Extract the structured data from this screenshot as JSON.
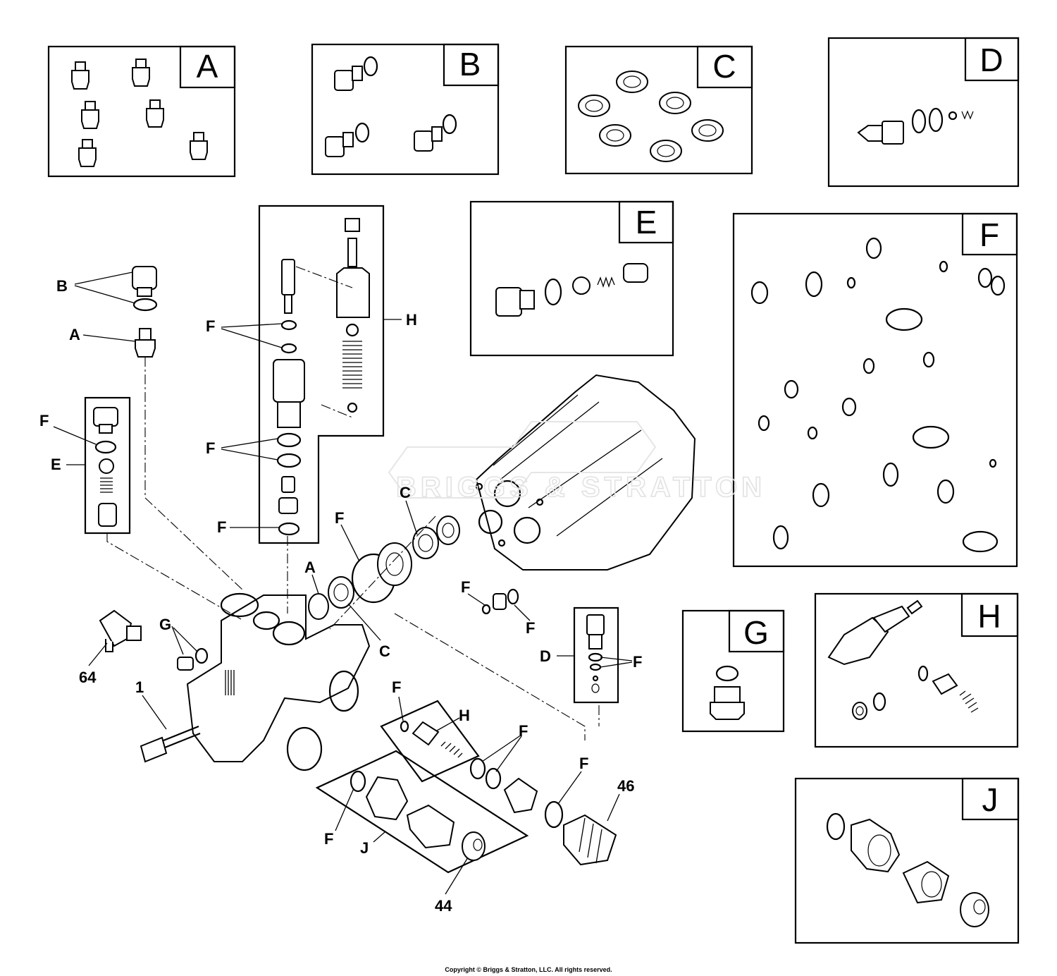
{
  "kits": [
    {
      "id": "A"
    },
    {
      "id": "B"
    },
    {
      "id": "C"
    },
    {
      "id": "D"
    },
    {
      "id": "E"
    },
    {
      "id": "F"
    },
    {
      "id": "G"
    },
    {
      "id": "H"
    },
    {
      "id": "J"
    }
  ],
  "callouts": {
    "b_upper": "B",
    "a_upper": "A",
    "f_e1": "F",
    "e_left": "E",
    "f_v1": "F",
    "h_valve": "H",
    "f_v2": "F",
    "f_v3": "F",
    "c_seal": "C",
    "f_oring": "F",
    "a_mid": "A",
    "c_lower": "C",
    "f_small1": "F",
    "f_small2": "F",
    "d_inline": "D",
    "f_inline": "F",
    "g_plug": "G",
    "n64": "64",
    "n1": "1",
    "f_h2": "F",
    "h_lower": "H",
    "f_two": "F",
    "f_near46": "F",
    "n46": "46",
    "f_j": "F",
    "j_lower": "J",
    "n44": "44"
  },
  "watermark": "BRIGGS & STRATTON",
  "copyright": "Copyright © Briggs & Stratton, LLC. All rights reserved."
}
